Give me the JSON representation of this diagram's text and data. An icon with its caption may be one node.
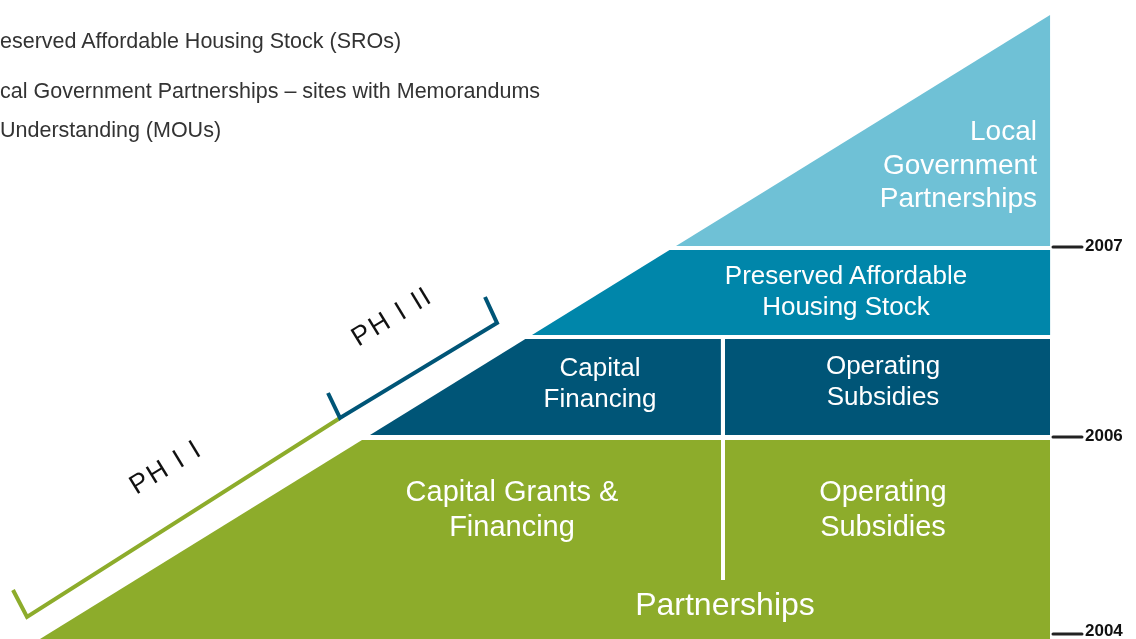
{
  "diagram": {
    "nodes": [
      {
        "text": [
          "Local Government Partnerships"
        ]
      },
      {
        "text": [
          "Preserved Affordable Housing Stock"
        ]
      },
      {
        "text": [
          "Capital Financing"
        ]
      },
      {
        "text": [
          "Operating Subsidies"
        ]
      },
      {
        "text": [
          "Partnerships"
        ]
      },
      {
        "text": [
          "Capital Grants & Financing"
        ],
        "in": 4
      },
      {
        "text": [
          "Operating Subsidies"
        ],
        "in": 4
      }
    ],
    "labels": [
      "eserved Affordable Housing Stock (SROs)",
      "cal Government Partnerships – sites with Memorandums",
      "Understanding (MOUs)",
      "PH I II",
      "PH I I",
      "2007",
      "2006",
      "2004"
    ]
  }
}
